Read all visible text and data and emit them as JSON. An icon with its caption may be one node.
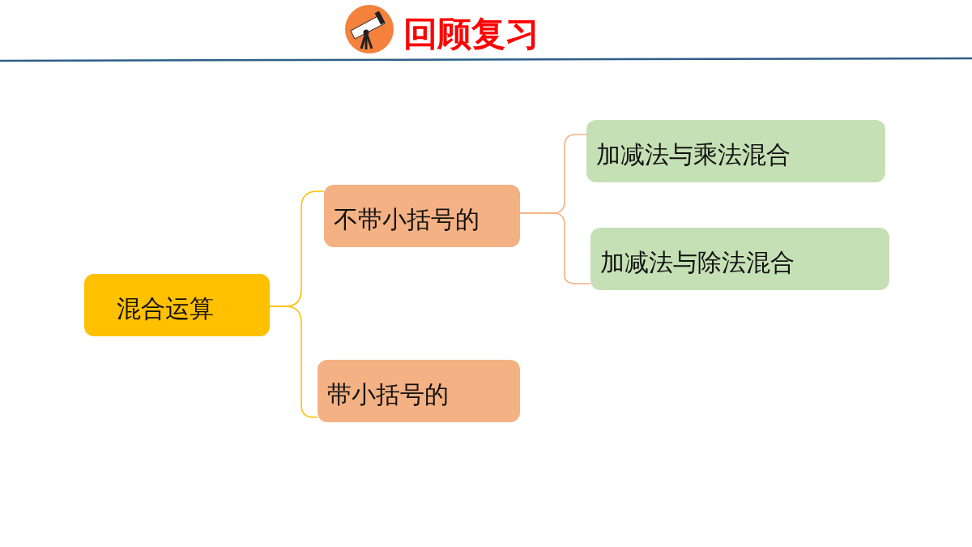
{
  "diagram": {
    "title": "回顾复习",
    "nodes": [
      {
        "text": [
          "混合运算"
        ]
      },
      {
        "text": [
          "不带小括号的"
        ]
      },
      {
        "text": [
          "带小括号的"
        ]
      },
      {
        "text": [
          "加减法与乘法混合"
        ]
      },
      {
        "text": [
          "加减法与除法混合"
        ]
      }
    ],
    "edges": [
      {
        "from": 0,
        "to": 1,
        "arrow": "none"
      },
      {
        "from": 0,
        "to": 2,
        "arrow": "none"
      },
      {
        "from": 1,
        "to": 3,
        "arrow": "none",
        "color": "#f4b183"
      },
      {
        "from": 1,
        "to": 4,
        "arrow": "none",
        "color": "#f4b183"
      }
    ]
  }
}
